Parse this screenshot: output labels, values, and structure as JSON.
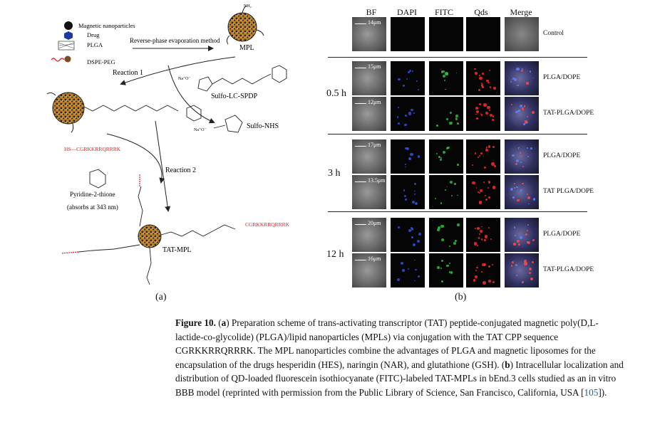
{
  "panel_a": {
    "legend": [
      "Magnetic nanoparticles",
      "Drug",
      "PLGA",
      "DSPE-PEG"
    ],
    "method_label": "Reverse-phase evaporation method",
    "mpl_label": "MPL",
    "reaction1": "Reaction  1",
    "sulfo_lc_spdp": "Sulfo-LC-SPDP",
    "sulfo_nhs": "Sulfo-NHS",
    "na_o": "Na⁺O⁻",
    "na_o2": "Na⁺O⁻",
    "hs_seq": "HS—CGRKKRRQRRRK",
    "reaction2": "Reaction  2",
    "pyridine": "Pyridine-2-thione",
    "absorbs": "(absorbs at 343 nm)",
    "tat_mpl": "TAT-MPL",
    "peptide_seq": "CGRKKRRQRRRK",
    "nh2": "NH₂",
    "letter": "(a)"
  },
  "panel_b": {
    "columns": [
      "BF",
      "DAPI",
      "FITC",
      "Qds",
      "Merge"
    ],
    "rows": [
      {
        "label": "Control",
        "scale": "14μm"
      },
      {
        "label": "PLGA/DOPE",
        "scale": "15μm"
      },
      {
        "label": "TAT-PLGA/DOPE",
        "scale": "12μm"
      },
      {
        "label": "PLGA/DOPE",
        "scale": "17μm"
      },
      {
        "label": "TAT PLGA/DOPE",
        "scale": "13.5μm"
      },
      {
        "label": "PLGA/DOPE",
        "scale": "20μm"
      },
      {
        "label": "TAT-PLGA/DOPE",
        "scale": "16μm"
      }
    ],
    "times": [
      "0.5 h",
      "3 h",
      "12 h"
    ],
    "letter": "(b)"
  },
  "caption": {
    "figure_label": "Figure 10.",
    "a_label": "a",
    "b_label": "b",
    "text_a": " Preparation scheme of trans-activating transcriptor (TAT) peptide-conjugated magnetic poly(D,L-lactide-co-glycolide) (PLGA)/lipid nanoparticles (MPLs) via conjugation with the TAT CPP sequence CGRKKRRQRRRK. The MPL nanoparticles combine the advantages of PLGA and magnetic liposomes for the encapsulation of the drugs hesperidin (HES), naringin (NAR), and glutathione (GSH). ",
    "text_b": " Intracellular localization and distribution of QD-loaded fluorescein isothiocyanate (FITC)-labeled TAT-MPLs in bEnd.3 cells studied as an in vitro BBB model (reprinted with permission from the Public Library of Science, San Francisco, California, USA [",
    "citation": "105",
    "text_end": "])."
  }
}
